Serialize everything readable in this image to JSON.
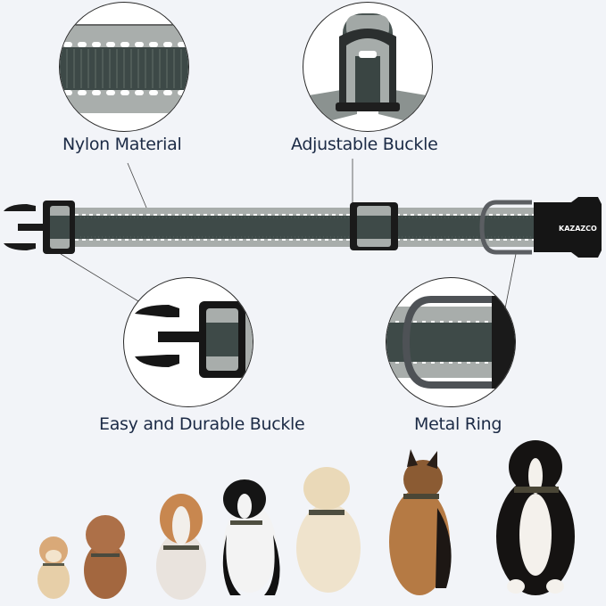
{
  "product": {
    "brand": "KAZAZCO",
    "colors": {
      "background": "#f2f4f8",
      "label_text": "#1b2a45",
      "webbing_dark": "#3e4a48",
      "webbing_light": "#a7adab",
      "stitch": "#ffffff",
      "hardware": "#151515",
      "ring": "#5a5d60"
    }
  },
  "features": [
    {
      "id": "nylon",
      "label": "Nylon Material"
    },
    {
      "id": "adjustable",
      "label": "Adjustable Buckle"
    },
    {
      "id": "quick-release",
      "label": "Easy and Durable Buckle"
    },
    {
      "id": "ring",
      "label": "Metal Ring"
    }
  ],
  "dogs": [
    {
      "size": "puppy"
    },
    {
      "size": "poodle"
    },
    {
      "size": "beagle"
    },
    {
      "size": "border-collie"
    },
    {
      "size": "labrador"
    },
    {
      "size": "german-shepherd"
    },
    {
      "size": "bernese-mountain-dog"
    }
  ]
}
